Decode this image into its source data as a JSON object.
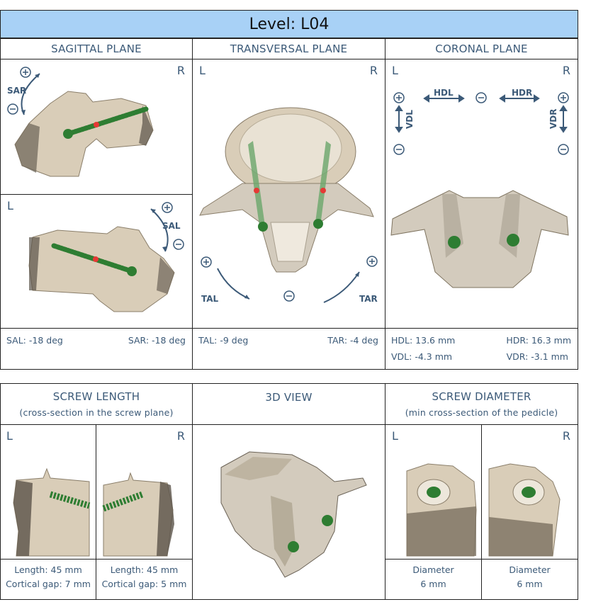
{
  "level": {
    "label": "Level: L04"
  },
  "top": {
    "sagittal": {
      "title": "SAGITTAL PLANE",
      "right_marker": "R",
      "left_marker": "L",
      "sar_label": "SAR",
      "sal_label": "SAL",
      "sal_value": "SAL: -18 deg",
      "sar_value": "SAR: -18 deg"
    },
    "transversal": {
      "title": "TRANSVERSAL PLANE",
      "left_marker": "L",
      "right_marker": "R",
      "tal_label": "TAL",
      "tar_label": "TAR",
      "tal_value": "TAL: -9 deg",
      "tar_value": "TAR: -4 deg"
    },
    "coronal": {
      "title": "CORONAL PLANE",
      "left_marker": "L",
      "right_marker": "R",
      "hdl_label": "HDL",
      "hdr_label": "HDR",
      "vdl_label": "VDL",
      "vdr_label": "VDR",
      "hdl_value": "HDL: 13.6 mm",
      "hdr_value": "HDR: 16.3 mm",
      "vdl_value": "VDL: -4.3 mm",
      "vdr_value": "VDR: -3.1 mm"
    }
  },
  "bottom": {
    "screw_length": {
      "title": "SCREW LENGTH",
      "subtitle": "(cross-section in the screw plane)",
      "left_marker": "L",
      "right_marker": "R",
      "left": {
        "length": "Length: 45 mm",
        "gap": "Cortical gap: 7 mm"
      },
      "right": {
        "length": "Length: 45 mm",
        "gap": "Cortical gap: 5 mm"
      }
    },
    "view3d": {
      "title": "3D VIEW"
    },
    "screw_diameter": {
      "title": "SCREW DIAMETER",
      "subtitle": "(min cross-section of the pedicle)",
      "left_marker": "L",
      "right_marker": "R",
      "left": {
        "label": "Diameter",
        "value": "6 mm"
      },
      "right": {
        "label": "Diameter",
        "value": "6 mm"
      }
    }
  },
  "icons": {
    "plus": "plus-circle-icon",
    "minus": "minus-circle-icon",
    "arrow": "curved-arrow-icon"
  },
  "colors": {
    "header_bg": "#a8d1f6",
    "text": "#3c5a78",
    "bone": "#d9cdb8",
    "screw": "#2e7d32",
    "marker": "#e53935"
  }
}
